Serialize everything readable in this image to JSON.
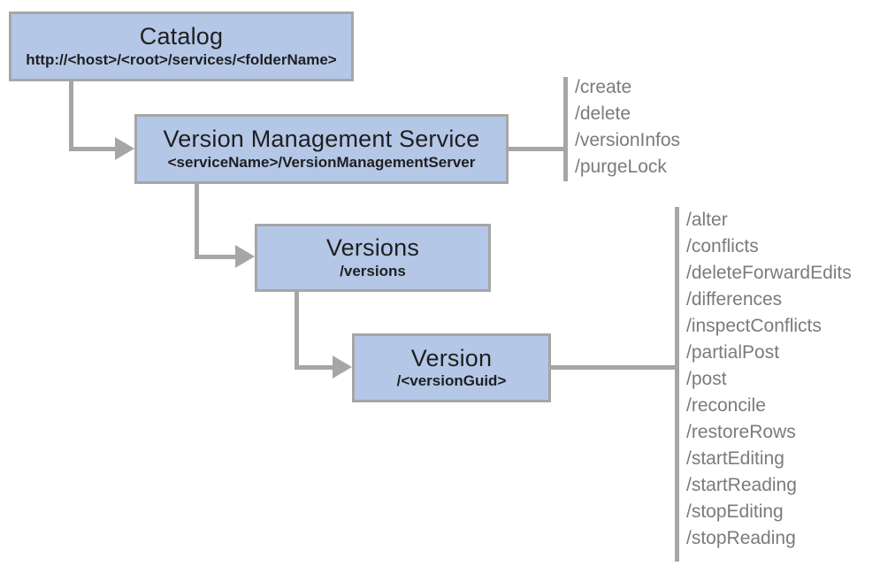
{
  "colors": {
    "box_fill": "#b4c7e7",
    "box_border": "#a6a6a6",
    "connector": "#a6a6a6",
    "operation_text": "#7b7b7b",
    "node_text": "#1f1f1f"
  },
  "nodes": [
    {
      "title": "Catalog",
      "subtitle": "http://<host>/<root>/services/<folderName>"
    },
    {
      "title": "Version Management Service",
      "subtitle": "<serviceName>/VersionManagementServer"
    },
    {
      "title": "Versions",
      "subtitle": "/versions"
    },
    {
      "title": "Version",
      "subtitle": "/<versionGuid>"
    }
  ],
  "operation_groups": [
    {
      "parent": "Version Management Service",
      "operations": [
        "/create",
        "/delete",
        "/versionInfos",
        "/purgeLock"
      ]
    },
    {
      "parent": "Version",
      "operations": [
        "/alter",
        "/conflicts",
        "/deleteForwardEdits",
        "/differences",
        "/inspectConflicts",
        "/partialPost",
        "/post",
        "/reconcile",
        "/restoreRows",
        "/startEditing",
        "/startReading",
        "/stopEditing",
        "/stopReading"
      ]
    }
  ]
}
